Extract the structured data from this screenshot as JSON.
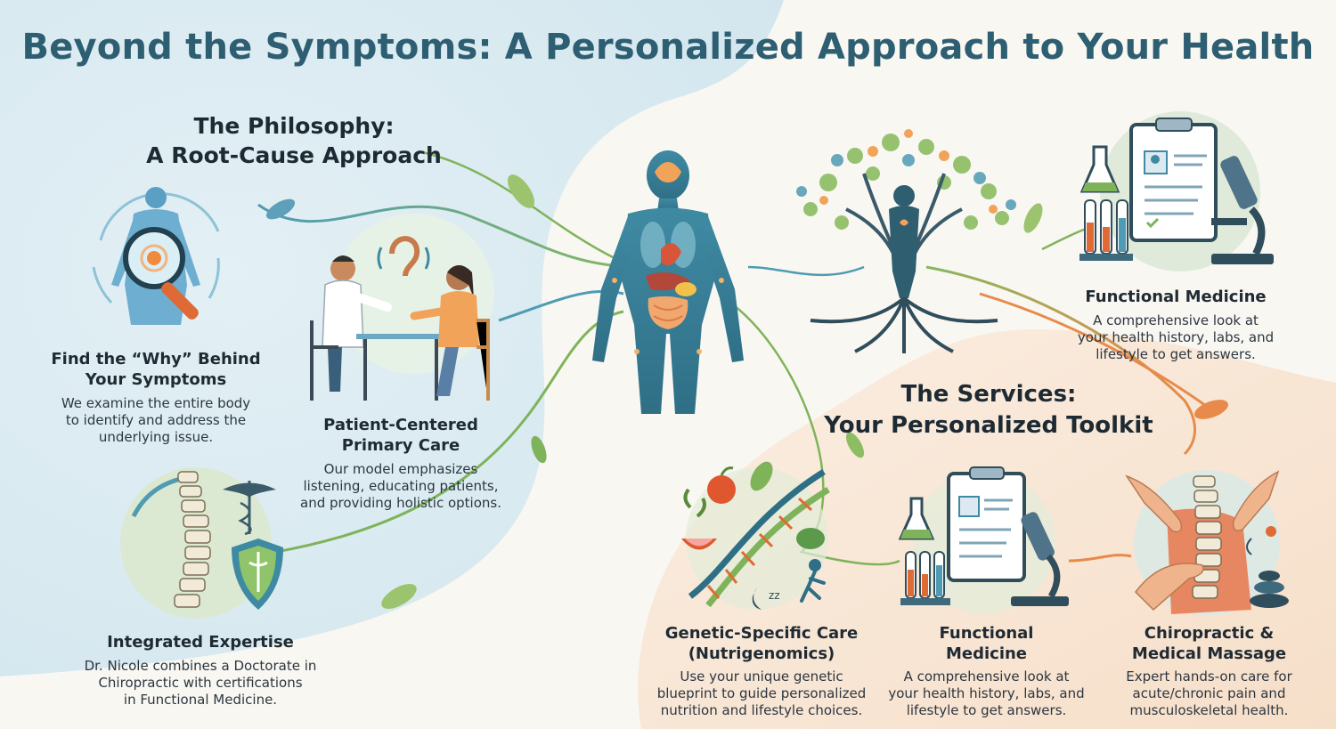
{
  "title": "Beyond the Symptoms: A Personalized Approach to Your Health",
  "philosophy": {
    "heading_line1": "The Philosophy:",
    "heading_line2": "A Root-Cause Approach",
    "items": [
      {
        "title_line1": "Find the “Why” Behind",
        "title_line2": "Your Symptoms",
        "desc_line1": "We examine the entire body",
        "desc_line2": "to identify and address the",
        "desc_line3": "underlying issue."
      },
      {
        "title_line1": "Patient-Centered",
        "title_line2": "Primary Care",
        "desc_line1": "Our model emphasizes",
        "desc_line2": "listening, educating patients,",
        "desc_line3": "and providing holistic options."
      },
      {
        "title_line1": "Integrated Expertise",
        "title_line2": "",
        "desc_line1": "Dr. Nicole combines a Doctorate in",
        "desc_line2": "Chiropractic with certifications",
        "desc_line3": "in Functional Medicine."
      }
    ]
  },
  "services": {
    "heading_line1": "The Services:",
    "heading_line2": "Your Personalized Toolkit",
    "top_item": {
      "title": "Functional Medicine",
      "desc_line1": "A comprehensive look at",
      "desc_line2": "your health history, labs, and",
      "desc_line3": "lifestyle to get answers."
    },
    "items": [
      {
        "title_line1": "Genetic-Specific Care",
        "title_line2": "(Nutrigenomics)",
        "desc_line1": "Use your unique genetic",
        "desc_line2": "blueprint to guide personalized",
        "desc_line3": "nutrition and lifestyle choices."
      },
      {
        "title_line1": "Functional",
        "title_line2": "Medicine",
        "desc_line1": "A comprehensive look at",
        "desc_line2": "your health history, labs, and",
        "desc_line3": "lifestyle to get answers."
      },
      {
        "title_line1": "Chiropractic &",
        "title_line2": "Medical Massage",
        "desc_line1": "Expert hands-on care for",
        "desc_line2": "acute/chronic pain and",
        "desc_line3": "musculoskeletal health."
      }
    ]
  },
  "colors": {
    "title": "#2e5e72",
    "teal": "#3f8aa3",
    "green": "#7fb35a",
    "orange": "#e8894a",
    "peach": "#f6e3d0",
    "blue_bg": "#dcebf2"
  },
  "icons": [
    "magnifier-body-icon",
    "doctor-patient-icon",
    "ear-icon",
    "spine-caduceus-icon",
    "shield-icon",
    "human-anatomy-icon",
    "tree-person-icon",
    "lab-clipboard-icon",
    "microscope-icon",
    "test-tubes-icon",
    "dna-food-icon",
    "hands-spine-icon",
    "massage-stones-icon"
  ]
}
